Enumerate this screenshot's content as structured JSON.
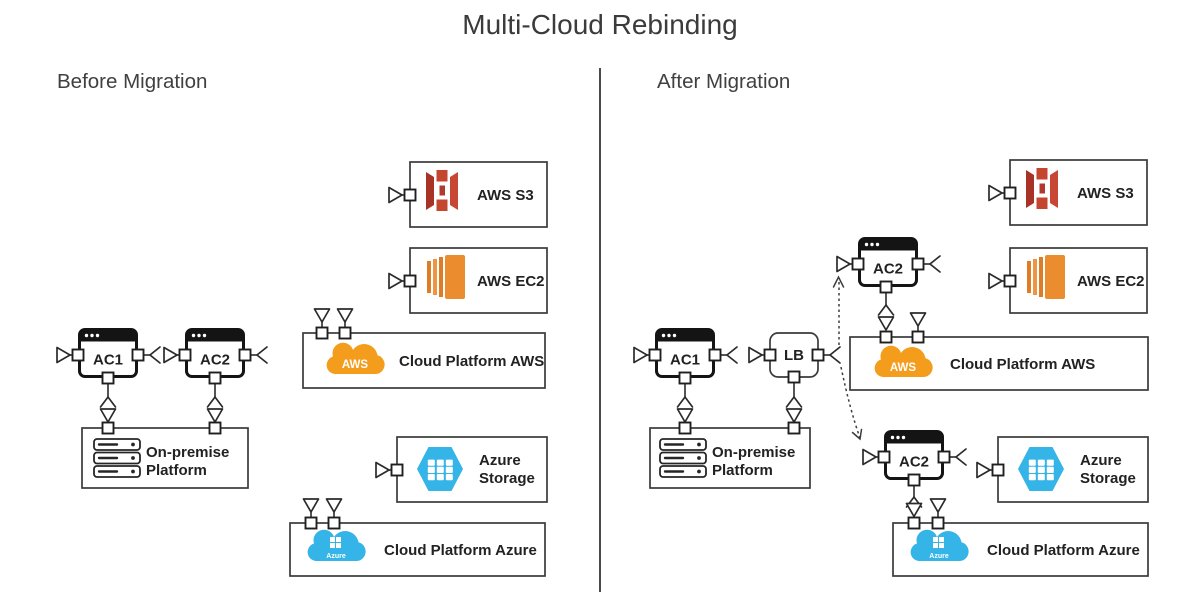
{
  "title": "Multi-Cloud Rebinding",
  "before": {
    "label": "Before Migration"
  },
  "after": {
    "label": "After Migration"
  },
  "labels": {
    "ac1": "AC1",
    "ac2": "AC2",
    "lb": "LB",
    "on_premise_1": "On-premise",
    "on_premise_2": "Platform",
    "aws_s3": "AWS S3",
    "aws_ec2": "AWS EC2",
    "cloud_platform_aws": "Cloud Platform AWS",
    "azure_storage_1": "Azure",
    "azure_storage_2": "Storage",
    "cloud_platform_azure": "Cloud Platform Azure",
    "aws_badge": "AWS",
    "azure_badge": "Azure"
  },
  "icons": {
    "app_window": "browser-window-icon",
    "server": "server-stack-icon",
    "s3": "aws-s3-bucket-icon",
    "ec2": "aws-ec2-box-icon",
    "aws_cloud": "aws-cloud-icon",
    "azure_hexagon": "azure-storage-hexagon-icon",
    "azure_cloud": "azure-cloud-icon",
    "provided_interface": "provided-interface-triangle-icon",
    "required_interface": "required-interface-socket-icon"
  },
  "colors": {
    "ink": "#2e2e2e",
    "box_stroke": "#3a3a3a",
    "aws_orange": "#F49D1D",
    "ec2_orange": "#EB8C2F",
    "s3_red": "#C4462F",
    "azure_blue": "#35B4E8",
    "dashed": "#3d3d3d"
  }
}
